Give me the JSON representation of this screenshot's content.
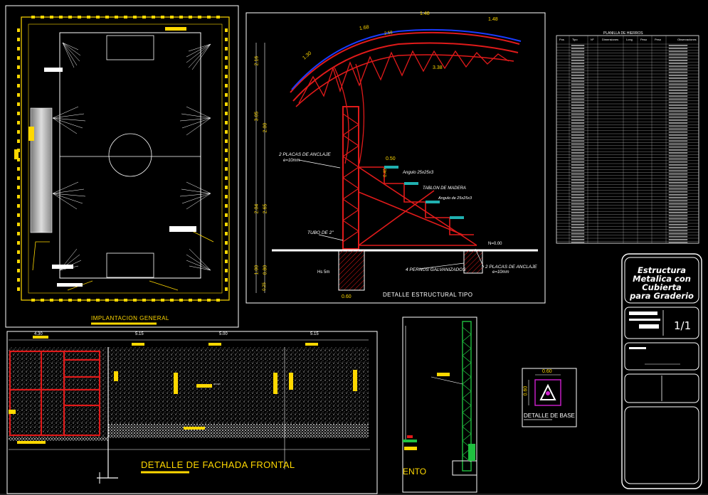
{
  "drawing": {
    "titles": {
      "implantacion": "IMPLANTACION GENERAL",
      "detalle_estructural": "DETALLE ESTRUCTURAL TIPO",
      "fachada": "DETALLE DE FACHADA FRONTAL",
      "base": "DETALLE DE BASE",
      "partial": "ENTO"
    },
    "truss_annotations": {
      "placas_anclaje_top": "2 PLACAS DE ANCLAJE",
      "placas_anclaje_top_e": "e=10mm",
      "tablon": "TABLON DE MADERA",
      "angulo_1": "Angulo 25x25x3",
      "angulo_2": "Angulo de 25x25x3",
      "tubo": "TUBO DE 2\"",
      "pernos": "4 PERNOS GALVANIZADOS",
      "placas_anclaje_bot": "2 PLACAS DE ANCLAJE",
      "placas_anclaje_bot_e": "e=10mm",
      "hs": "Hs 5m",
      "nivel": "N=0.00"
    },
    "truss_dims": {
      "d_148": "1.48",
      "d_168": "1.68",
      "d_258": "2.58",
      "d_130": "1.30",
      "d_338": "3.38",
      "d_050": "0.50",
      "d_060": "0.60",
      "d_040": "0.40",
      "d_216": "2.16",
      "d_305": "3.05",
      "d_200": "2.00",
      "d_204": "2.04",
      "d_265": "2.65",
      "d_100": "1.00",
      "d_080": "0.80",
      "d_025": "0.25"
    },
    "facade_dims": {
      "a": "4.30",
      "b": "5.15",
      "c": "5.00",
      "d": "5.15"
    },
    "base_dims": {
      "w": "0.60",
      "h": "0.60"
    },
    "table": {
      "title": "PLANILLA DE HIERROS",
      "headers": [
        "Pos",
        "Tipo",
        "Nº",
        "Dimensiones",
        "Long",
        "Peso",
        "Peso",
        "Observaciones"
      ]
    },
    "title_block": {
      "project_l1": "Estructura",
      "project_l2": "Metalica con",
      "project_l3": "Cubierta",
      "project_l4": "para Graderio",
      "sheet": "1/1"
    },
    "colors": {
      "background": "#000000",
      "truss": "#e01a1a",
      "dimension": "#ffd800",
      "line": "#ffffff",
      "roof": "#1a3cff",
      "accent": "#20e0e0",
      "green": "#20c040",
      "magenta": "#d020d0"
    }
  }
}
